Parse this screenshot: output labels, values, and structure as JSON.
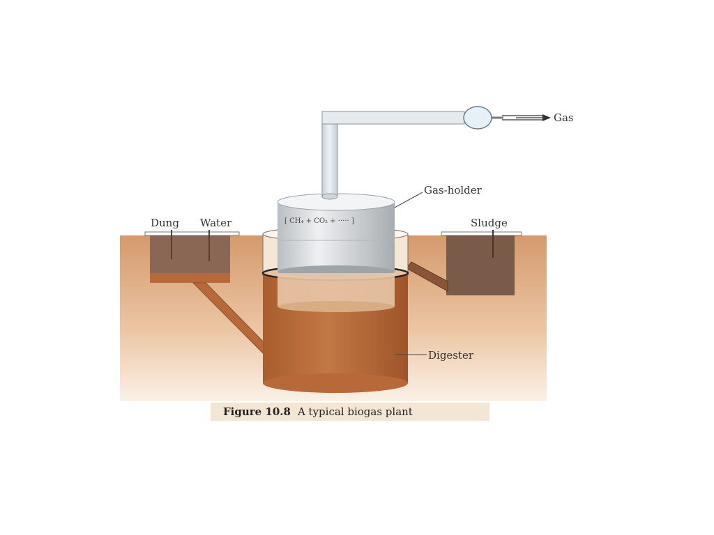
{
  "labels": {
    "gas": "Gas",
    "gas_holder": "Gas-holder",
    "formula": "[ CH₄ + CO₂ + ····· ]",
    "dung": "Dung",
    "water": "Water",
    "sludge": "Sludge",
    "digester": "Digester"
  },
  "caption": {
    "number": "Figure 10.8",
    "text": "A typical biogas plant"
  },
  "colors": {
    "soil": "#d9a47a",
    "slurry": "#b8693a",
    "dark_slurry": "#8a5436",
    "sludge_pit": "#7a5a48",
    "gas_holder": "#d6dadd",
    "pipe": "#d5dde3",
    "caption_bg": "#f3e6d4"
  }
}
